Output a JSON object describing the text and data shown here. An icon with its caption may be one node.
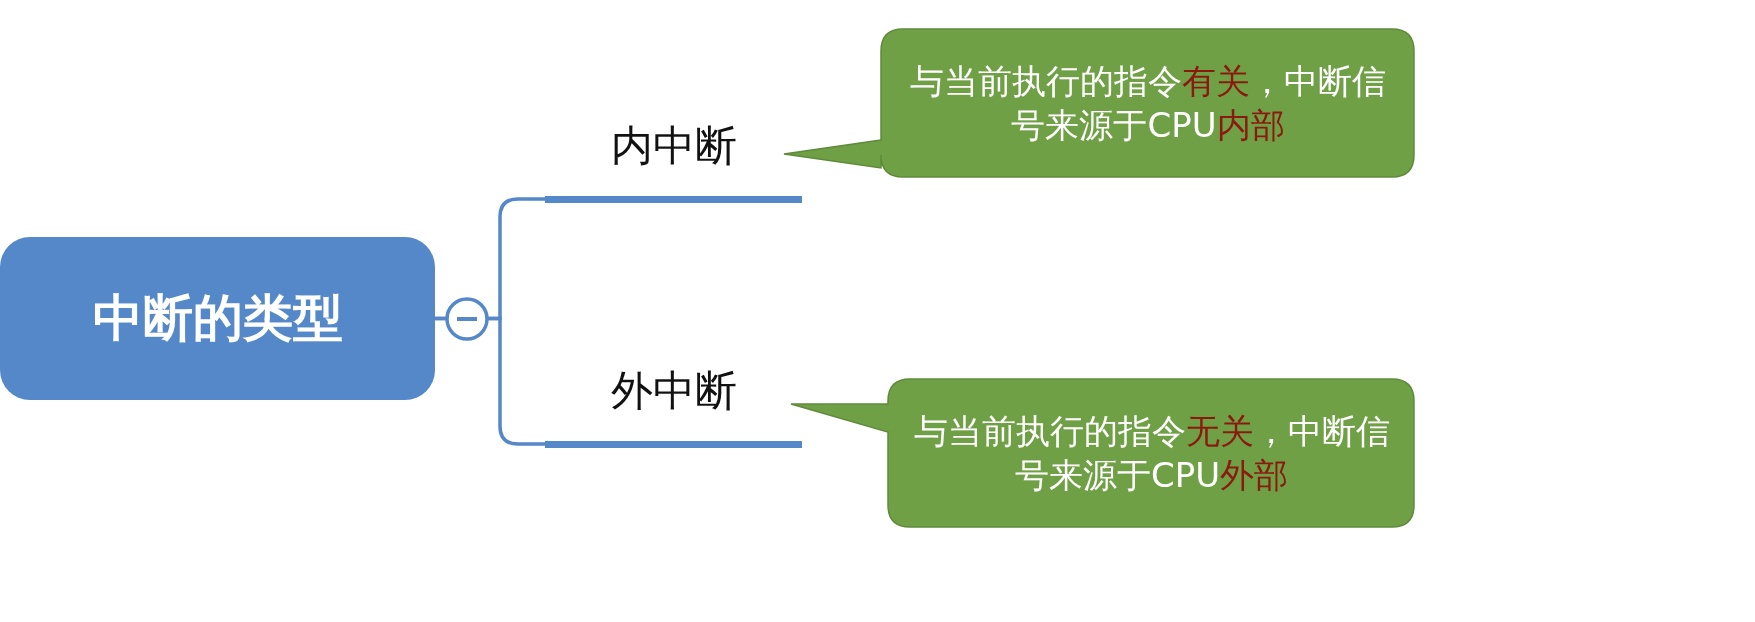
{
  "diagram": {
    "nodes": [
      {
        "text": [
          "中断的类型"
        ]
      },
      {
        "text": [
          "内中断"
        ]
      },
      {
        "text": [
          "外中断"
        ]
      },
      {
        "text": [
          "与当前执行的指令**有关**，中断信号来源于CPU**内部**"
        ]
      },
      {
        "text": [
          "与当前执行的指令**无关**，中断信号来源于CPU**外部**"
        ]
      }
    ],
    "edges": [
      {
        "from": 0,
        "to": 1,
        "arrow": "none"
      },
      {
        "from": 0,
        "to": 2,
        "arrow": "none"
      }
    ]
  }
}
